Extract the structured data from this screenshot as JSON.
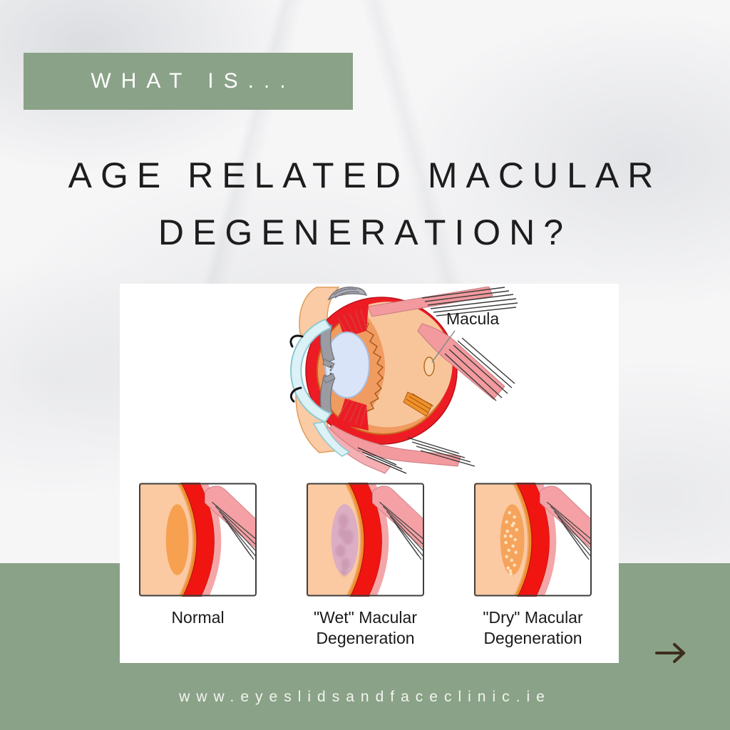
{
  "colors": {
    "accent_green": "#8AA287",
    "heading_text": "#1D1D1D",
    "banner_text": "#FFFFFF",
    "footer_text": "#F2F4EF",
    "arrow_brown": "#3E2D1D",
    "card_bg": "#FFFFFF",
    "diagram_red": "#ED1C24",
    "diagram_orange": "#F09B5F",
    "diagram_peach": "#FBC9A2"
  },
  "banner": {
    "label": "WHAT IS..."
  },
  "heading": {
    "line1": "AGE RELATED MACULAR",
    "line2": "DEGENERATION?"
  },
  "diagram": {
    "macula_label": "Macula",
    "panels": [
      {
        "caption_line1": "Normal",
        "caption_line2": ""
      },
      {
        "caption_line1": "\"Wet\" Macular",
        "caption_line2": "Degeneration"
      },
      {
        "caption_line1": "\"Dry\" Macular",
        "caption_line2": "Degeneration"
      }
    ]
  },
  "footer": {
    "url": "www.eyeslidsandfaceclinic.ie"
  },
  "icons": {
    "arrow_right_glyph": "→"
  }
}
